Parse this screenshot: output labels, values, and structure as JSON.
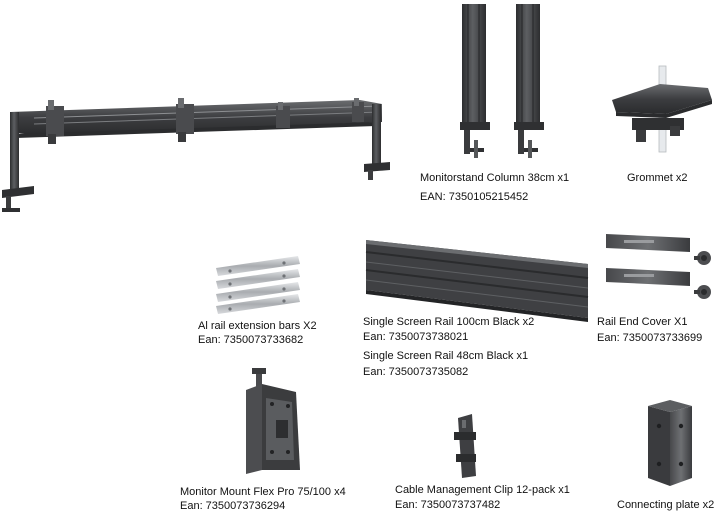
{
  "items": [
    {
      "name": "Monitorstand Column 38cm x1",
      "code": "EAN: 7350105215452"
    },
    {
      "name": "Grommet x2"
    },
    {
      "name": "Al rail extension bars X2",
      "code": "Ean: 7350073733682"
    },
    {
      "name": "Single Screen Rail 100cm Black x2",
      "code": "Ean: 7350073738021"
    },
    {
      "name": "Single Screen Rail 48cm Black x1",
      "code": "Ean: 7350073735082"
    },
    {
      "name": "Rail End Cover X1",
      "code": "Ean: 7350073733699"
    },
    {
      "name": "Monitor Mount Flex Pro 75/100 x4",
      "code": "Ean: 7350073736294"
    },
    {
      "name": "Cable Management Clip 12-pack x1",
      "code": "Ean: 7350073737482"
    },
    {
      "name": "Connecting plate x2"
    }
  ],
  "colors": {
    "metal_dark": "#3a3b3d",
    "metal_mid": "#5a5c5f",
    "metal_light": "#8a8c8f",
    "aluminium": "#c9ccd0"
  }
}
